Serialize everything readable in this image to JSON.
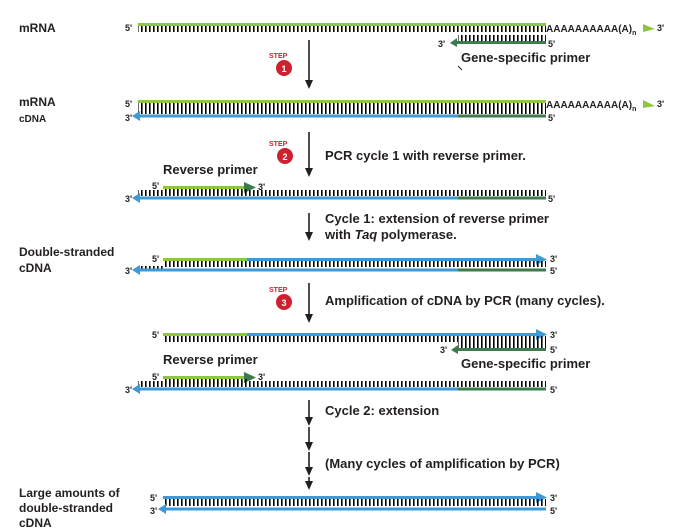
{
  "labels": {
    "mrna": "mRNA",
    "mrna2": "mRNA",
    "cdna": "cDNA",
    "double_stranded_1": "Double-stranded",
    "double_stranded_2": "cDNA",
    "large_1": "Large amounts of",
    "large_2": "double-stranded",
    "large_3": "cDNA"
  },
  "ends": {
    "five": "5'",
    "three": "3'"
  },
  "poly_a_tail": "AAAAAAAAAA(A)",
  "poly_a_subscript": "n",
  "primers": {
    "gene_specific": "Gene-specific primer",
    "reverse": "Reverse primer"
  },
  "steps": {
    "word": "STEP",
    "numbers": [
      "1",
      "2",
      "3"
    ]
  },
  "step_text": {
    "pcr_cycle_1": "PCR cycle 1 with reverse primer.",
    "cycle1_ext_a": "Cycle 1: extension of reverse primer",
    "cycle1_ext_b_prefix": "with ",
    "cycle1_ext_b_italic": "Taq",
    "cycle1_ext_b_suffix": " polymerase.",
    "amplification": "Amplification of cDNA by PCR (many cycles).",
    "cycle2": "Cycle 2: extension",
    "many_cycles": "(Many cycles of amplification by PCR)"
  },
  "colors": {
    "mrna_green": "#8dc63f",
    "primer_dark_green": "#3d7a4c",
    "cdna_blue": "#3d9ad6",
    "step_red": "#cf202f",
    "text": "#231f20"
  }
}
